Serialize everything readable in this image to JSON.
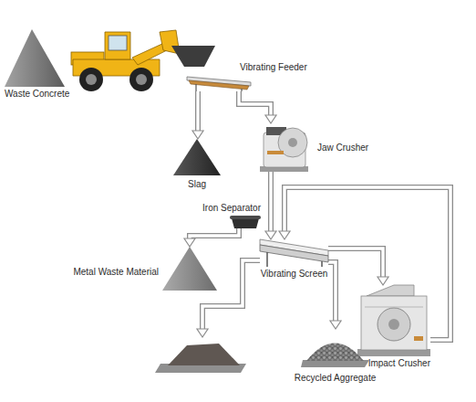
{
  "diagram": {
    "nodes": [
      {
        "text": [
          "Waste Concrete"
        ]
      },
      {
        "text": [
          "Vibrating Feeder"
        ]
      },
      {
        "text": [
          "Slag"
        ]
      },
      {
        "text": [
          "Jaw Crusher"
        ]
      },
      {
        "text": [
          "Iron Separator"
        ]
      },
      {
        "text": [
          "Metal Waste Material"
        ]
      },
      {
        "text": [
          "Vibrating Screen"
        ]
      },
      {
        "text": [
          "Impact Crusher"
        ]
      },
      {
        "text": [
          "Recycled Aggregate"
        ]
      }
    ],
    "edges": [
      {
        "from": 1,
        "to": 2,
        "arrow": "to"
      },
      {
        "from": 1,
        "to": 3,
        "arrow": "to"
      },
      {
        "from": 3,
        "to": 6,
        "arrow": "to"
      },
      {
        "from": 4,
        "to": 5,
        "arrow": "to"
      },
      {
        "from": 6,
        "to": 7,
        "arrow": "to"
      },
      {
        "from": 6,
        "to": 8,
        "arrow": "to"
      },
      {
        "from": 7,
        "to": 6,
        "arrow": "to"
      }
    ]
  }
}
